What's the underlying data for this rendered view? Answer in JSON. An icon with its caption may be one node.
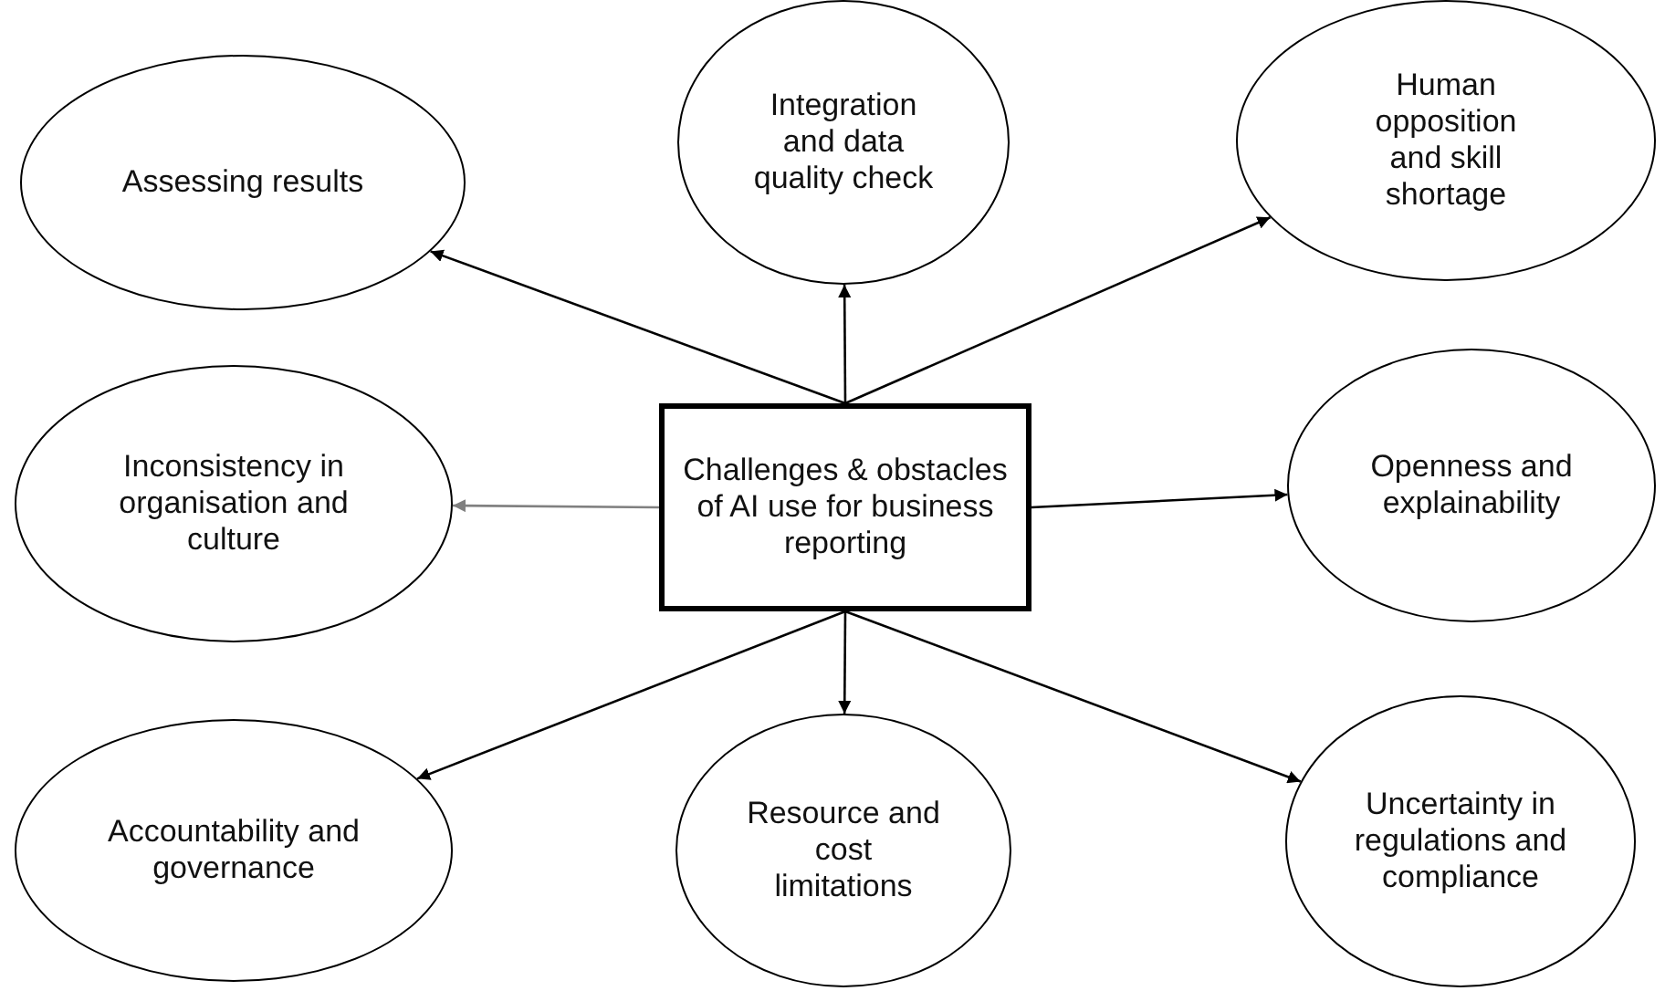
{
  "diagram": {
    "nodes": [
      {
        "text": [
          "Assessing results"
        ]
      },
      {
        "text": [
          "Integration and data quality check"
        ]
      },
      {
        "text": [
          "Human opposition and skill shortage"
        ]
      },
      {
        "text": [
          "Inconsistency in organisation and culture"
        ]
      },
      {
        "text": [
          "Challenges & obstacles of AI use for business reporting"
        ]
      },
      {
        "text": [
          "Openness and explainability"
        ]
      },
      {
        "text": [
          "Accountability and governance"
        ]
      },
      {
        "text": [
          "Resource and cost limitations"
        ]
      },
      {
        "text": [
          "Uncertainty in regulations and compliance"
        ]
      }
    ],
    "edges": [
      {
        "from": 4,
        "to": 0,
        "arrow": "to"
      },
      {
        "from": 4,
        "to": 1,
        "arrow": "to"
      },
      {
        "from": 4,
        "to": 2,
        "arrow": "to"
      },
      {
        "from": 4,
        "to": 3,
        "arrow": "to",
        "color": "#808080"
      },
      {
        "from": 4,
        "to": 5,
        "arrow": "to"
      },
      {
        "from": 4,
        "to": 6,
        "arrow": "to"
      },
      {
        "from": 4,
        "to": 7,
        "arrow": "to"
      },
      {
        "from": 4,
        "to": 8,
        "arrow": "to"
      }
    ]
  }
}
